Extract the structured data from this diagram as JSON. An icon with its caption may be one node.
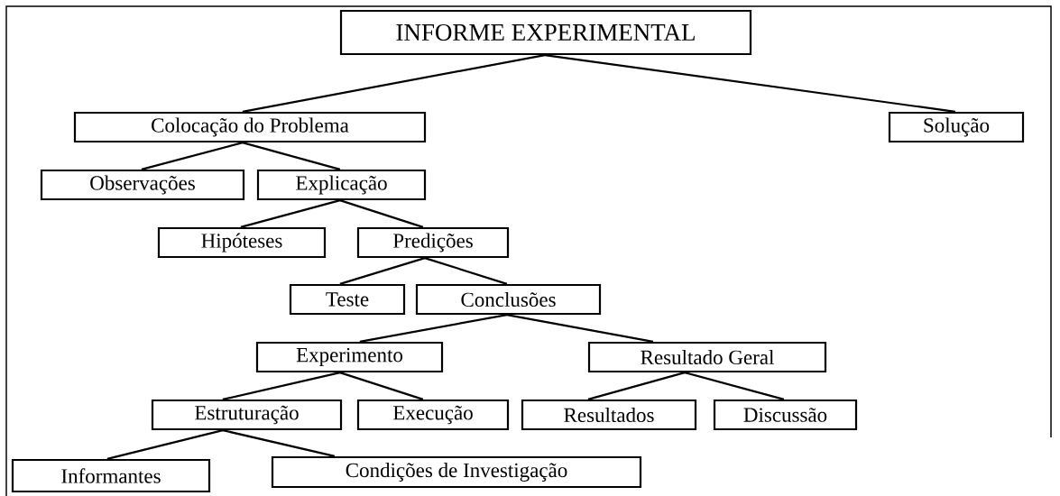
{
  "diagram": {
    "nodes": [
      {
        "text": [
          "INFORME EXPERIMENTAL"
        ]
      },
      {
        "text": [
          "Colocação do Problema"
        ]
      },
      {
        "text": [
          "Solução"
        ]
      },
      {
        "text": [
          "Observações"
        ]
      },
      {
        "text": [
          "Explicação"
        ]
      },
      {
        "text": [
          "Hipóteses"
        ]
      },
      {
        "text": [
          "Predições"
        ]
      },
      {
        "text": [
          "Teste"
        ]
      },
      {
        "text": [
          "Conclusões"
        ]
      },
      {
        "text": [
          "Experimento"
        ]
      },
      {
        "text": [
          "Resultado Geral"
        ]
      },
      {
        "text": [
          "Estruturação"
        ]
      },
      {
        "text": [
          "Execução"
        ]
      },
      {
        "text": [
          "Resultados"
        ]
      },
      {
        "text": [
          "Discussão"
        ]
      },
      {
        "text": [
          "Informantes"
        ]
      },
      {
        "text": [
          "Condições de Investigação"
        ]
      }
    ],
    "edges": [
      {
        "from": 0,
        "to": 1,
        "arrow": "none"
      },
      {
        "from": 0,
        "to": 2,
        "arrow": "none"
      },
      {
        "from": 1,
        "to": 3,
        "arrow": "none"
      },
      {
        "from": 1,
        "to": 4,
        "arrow": "none"
      },
      {
        "from": 4,
        "to": 5,
        "arrow": "none"
      },
      {
        "from": 4,
        "to": 6,
        "arrow": "none"
      },
      {
        "from": 6,
        "to": 7,
        "arrow": "none"
      },
      {
        "from": 6,
        "to": 8,
        "arrow": "none"
      },
      {
        "from": 8,
        "to": 9,
        "arrow": "none"
      },
      {
        "from": 8,
        "to": 10,
        "arrow": "none"
      },
      {
        "from": 9,
        "to": 11,
        "arrow": "none"
      },
      {
        "from": 9,
        "to": 12,
        "arrow": "none"
      },
      {
        "from": 10,
        "to": 13,
        "arrow": "none"
      },
      {
        "from": 10,
        "to": 14,
        "arrow": "none"
      },
      {
        "from": 11,
        "to": 15,
        "arrow": "none"
      },
      {
        "from": 11,
        "to": 16,
        "arrow": "none"
      }
    ]
  }
}
